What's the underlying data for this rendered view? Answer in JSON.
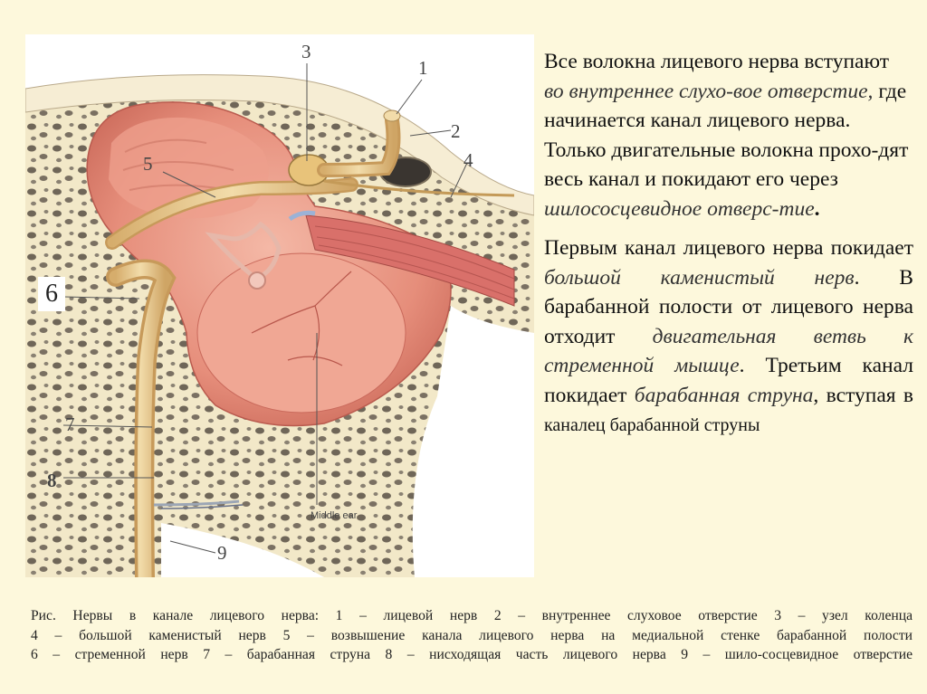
{
  "figure": {
    "labels": {
      "l1": "1",
      "l2": "2",
      "l3": "3",
      "l4": "4",
      "l5": "5",
      "l6": "6",
      "l7": "7",
      "l8": "8",
      "l9": "9"
    },
    "middle_ear": "Middle ear"
  },
  "text": {
    "p1_a": "Все волокна лицевого нерва вступают ",
    "p1_b": "во внутреннее слухо-вое отверстие,",
    "p1_c": " где начинается канал лицевого нерва. Только двигательные волокна прохо-дят весь канал и покидают его через ",
    "p1_d": "шилососцевидное отверс-тие",
    "p1_e": ".",
    "p2_a": "Первым канал лицевого нерва покидает ",
    "p2_b": "большой каменистый нерв",
    "p2_c": ". В барабанной полости от лицевого нерва отходит ",
    "p2_d": "двигательная ветвь к стременной мышце",
    "p2_e": ". Третьим канал покидает ",
    "p2_f": "барабанная струна",
    "p2_g": ", вступая в ",
    "p2_h": "каналец барабанной струны"
  },
  "caption": {
    "line1": "Рис. Нервы в канале лицевого нерва: 1 – лицевой нерв 2 – внутреннее слуховое отверстие 3 – узел коленца",
    "line2": "4 – большой каменистый нерв 5 – возвышение канала лицевого нерва на медиальной стенке барабанной полости",
    "line3": "6 – стременной нерв 7 – барабанная струна 8 – нисходящая часть лицевого нерва 9 – шило-сосцевидное отверстие"
  },
  "colors": {
    "background": "#fdf8dc",
    "bone": "#f1e6c4",
    "cavity": "#e88c7c",
    "nerve": "#e7c98f"
  }
}
